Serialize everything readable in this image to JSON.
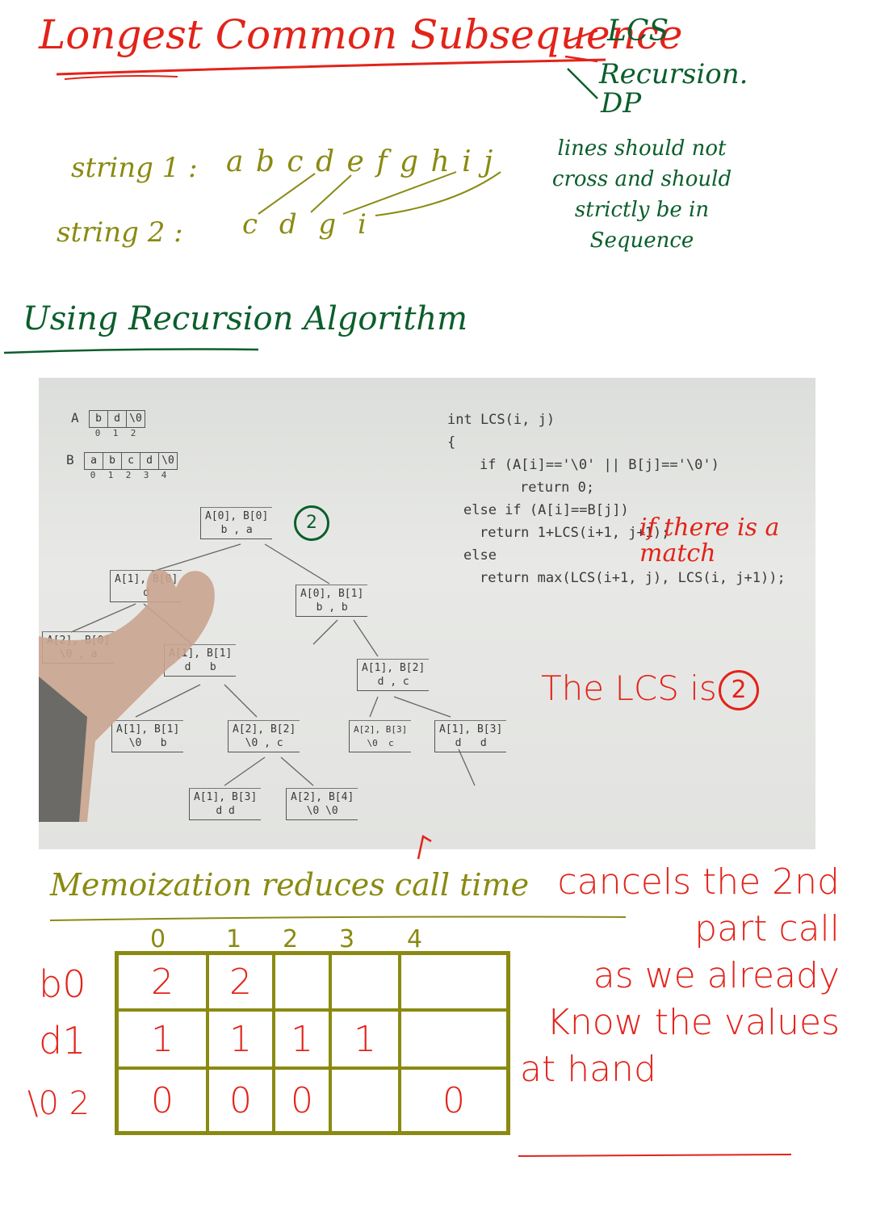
{
  "header": {
    "title": "Longest Common Subsequence",
    "branch1": "LCS",
    "branch2": "Recursion.",
    "branch3": "DP"
  },
  "strings": {
    "s1_label": "string 1 :",
    "s1_chars": "a b c d e f g h i j",
    "s2_label": "string 2 :",
    "s2_chars": "c d g i",
    "note_lines": [
      "lines should not",
      "cross and should",
      "strictly be in",
      "Sequence"
    ]
  },
  "section_recursion": {
    "title": "Using Recursion Algorithm"
  },
  "photo": {
    "array_a_label": "A",
    "array_a": [
      "b",
      "d",
      "\\0"
    ],
    "array_a_idx": [
      "0",
      "1",
      "2"
    ],
    "array_b_label": "B",
    "array_b": [
      "a",
      "b",
      "c",
      "d",
      "\\0"
    ],
    "array_b_idx": [
      "0",
      "1",
      "2",
      "3",
      "4"
    ],
    "root_node": "A[0], B[0]\nb , a",
    "root_result": "2",
    "nodes": [
      "A[1], B[0]\nd",
      "A[0], B[1]\nb , b",
      "A[2], B[0]\n\\0 , a",
      "A[1], B[1]\nd   b",
      "A[1], B[2]\nd , c",
      "A[1], B[1]\n\\0   b",
      "A[2], B[2]\n\\0 , c",
      "A[1], B[3]\nd   d",
      "A[2], B[3]\n\\0  c",
      "A[1], B[3]\nd d",
      "A[2], B[4]\n\\0 \\0"
    ],
    "code": [
      "int LCS(i, j)",
      "{",
      "if (A[i]=='\\0' || B[j]=='\\0')",
      "return 0;",
      "else if (A[i]==B[j])",
      "return 1+LCS(i+1, j+1);",
      "else",
      "return max(LCS(i+1, j), LCS(i, j+1));"
    ],
    "annotation_match": "if there is a match",
    "annotation_result": "The LCS is",
    "annotation_result_value": "2"
  },
  "section_memo": {
    "title": "Memoization reduces call time",
    "side_note": [
      "cancels the 2nd",
      "part call",
      "as we already",
      "Know the values",
      "at hand"
    ]
  },
  "memo_table": {
    "col_headers": [
      "0",
      "1",
      "2",
      "3",
      "4"
    ],
    "row_headers": [
      "b0",
      "d1",
      "\\0 2"
    ],
    "rows": [
      [
        "2",
        "2",
        "",
        "",
        ""
      ],
      [
        "1",
        "1",
        "1",
        "1",
        ""
      ],
      [
        "0",
        "0",
        "0",
        "",
        "0"
      ]
    ]
  },
  "colors": {
    "red": "#e2231a",
    "olive": "#8a8a12",
    "green": "#0b5e2c"
  }
}
